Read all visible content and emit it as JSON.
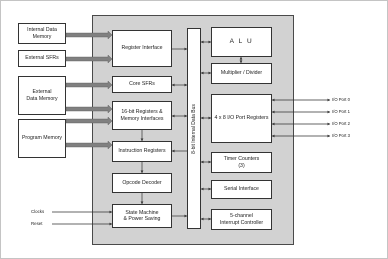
{
  "external_blocks": {
    "internal_data_memory": "Internal Data\nMemory",
    "external_sfrs": "External SFRs",
    "external_data_memory": "External\nData Memory",
    "program_memory": "Program Memory"
  },
  "core_blocks": {
    "register_interface": "Register Interface",
    "core_sfrs": "Core SFRs",
    "registers_memory_interfaces": "16-bit Registers &\nMemory Interfaces",
    "instruction_registers": "Instruction Registers",
    "opcode_decoder": "Opcode Decoder",
    "state_machine": "State Machine\n& Power Saving",
    "alu": "A L U",
    "multiplier_divider": "Multiplier / Divider",
    "io_port_registers": "4 x 8 I/O Port Registers",
    "timer_counters": "Timer Counters\n(3)",
    "serial_interface": "Serial Interface",
    "interrupt_controller": "5-channel\nInterrupt Controller"
  },
  "bus_label": "8-bit Internal Data Bus",
  "io_ports": [
    "I/O Port 0",
    "I/O Port 1",
    "I/O Port 2",
    "I/O Port 3"
  ],
  "inputs": {
    "clocks": "Clocks",
    "reset": "Reset"
  },
  "colors": {
    "core_fill": "#d2d2d2",
    "wide_bus_fill": "#808080",
    "line": "#333333"
  }
}
